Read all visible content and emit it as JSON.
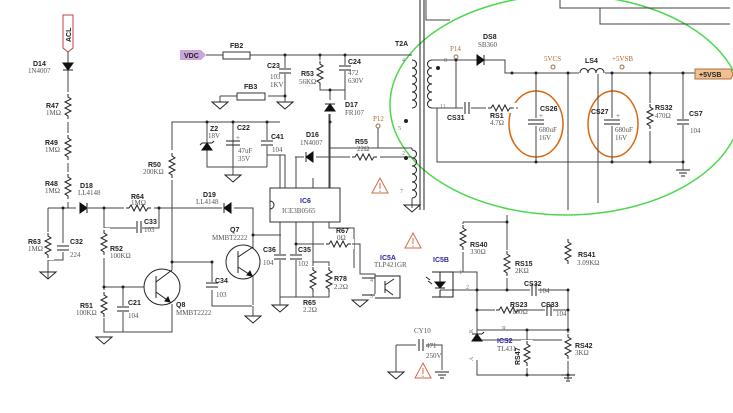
{
  "ports": {
    "acl": "ACL",
    "vdc": "VDC",
    "out": "+5VSB"
  },
  "testpoints": {
    "p14": "P14",
    "p12": "P12",
    "v5vcs": "5VCS",
    "v5vsb": "+5VSB"
  },
  "transformer": {
    "ref": "T2A",
    "pins": [
      "4",
      "5",
      "2",
      "7",
      "8",
      "11"
    ]
  },
  "parts": {
    "D14": [
      "D14",
      "1N4007"
    ],
    "R47": [
      "R47",
      "1MΩ"
    ],
    "R49": [
      "R49",
      "1MΩ"
    ],
    "R48": [
      "R48",
      "1MΩ"
    ],
    "D18": [
      "D18",
      "LL4148"
    ],
    "R64": [
      "R64",
      "1MΩ"
    ],
    "C33": [
      "C33",
      "103"
    ],
    "R63": [
      "R63",
      "1MΩ"
    ],
    "C32": [
      "C32",
      "224"
    ],
    "R52": [
      "R52",
      "100KΩ"
    ],
    "R51": [
      "R51",
      "100KΩ"
    ],
    "C21": [
      "C21",
      "104"
    ],
    "Q8": [
      "Q8",
      "MMBT2222"
    ],
    "R50": [
      "R50",
      "200KΩ"
    ],
    "Z2": [
      "Z2",
      "18V"
    ],
    "C22": [
      "C22",
      "47uF",
      "35V"
    ],
    "C41": [
      "C41",
      "104"
    ],
    "D16": [
      "D16",
      "1N4007"
    ],
    "R55": [
      "R55",
      "22Ω"
    ],
    "D19": [
      "D19",
      "LL4148"
    ],
    "Q7": [
      "Q7",
      "MMBT2222"
    ],
    "C36": [
      "C36",
      "104"
    ],
    "C35": [
      "C35",
      "102"
    ],
    "R65": [
      "R65",
      "2.2Ω"
    ],
    "R78": [
      "R78",
      "2.2Ω"
    ],
    "R67": [
      "R67",
      "0Ω"
    ],
    "C34": [
      "C34",
      "103"
    ],
    "FB2": [
      "FB2"
    ],
    "FB3": [
      "FB3"
    ],
    "C23": [
      "C23",
      "103",
      "1KV"
    ],
    "R53": [
      "R53",
      "56KΩ"
    ],
    "C24": [
      "C24",
      "472",
      "630V"
    ],
    "D17": [
      "D17",
      "FR107"
    ],
    "IC6": [
      "IC6",
      "ICE3B0565"
    ],
    "DS8": [
      "DS8",
      "SB360"
    ],
    "LS4": [
      "LS4"
    ],
    "CS31": [
      "CS31"
    ],
    "RS1": [
      "RS1",
      "4.7Ω"
    ],
    "CS26": [
      "CS26",
      "680uF",
      "16V"
    ],
    "CS27": [
      "CS27",
      "680uF",
      "16V"
    ],
    "RS32": [
      "RS32",
      "470Ω"
    ],
    "CS7": [
      "CS7",
      "104"
    ],
    "IC5A": [
      "IC5A",
      "TLP421GR"
    ],
    "IC5B": [
      "IC5B"
    ],
    "RS40": [
      "RS40",
      "330Ω"
    ],
    "RS15": [
      "RS15",
      "2KΩ"
    ],
    "RS41": [
      "RS41",
      "3.09KΩ"
    ],
    "CS32": [
      "CS32",
      "104"
    ],
    "RS23": [
      "RS23",
      "100Ω"
    ],
    "CS33": [
      "CS33",
      "104"
    ],
    "ICS2": [
      "ICS2",
      "TL431"
    ],
    "RS47": [
      "RS47"
    ],
    "RS42": [
      "RS42",
      "3KΩ"
    ],
    "CY10": [
      "CY10",
      "471",
      "250V"
    ]
  },
  "colors": {
    "highlight_green": "#4cd84c",
    "highlight_orange": "#d9670f",
    "port_purple": "#c8a6d8",
    "port_orange": "#f0c090",
    "warning": "#d06a4a"
  }
}
